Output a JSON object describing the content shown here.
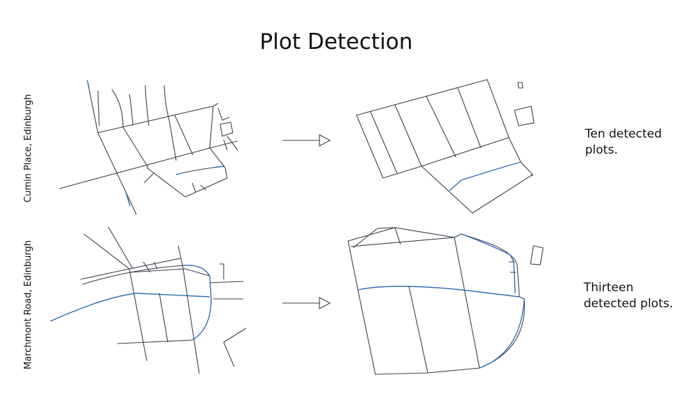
{
  "title": "Plot Detection",
  "rows": [
    {
      "label": "Cumin Place, Edinburgh",
      "result": [
        "Ten detected",
        "plots."
      ]
    },
    {
      "label": "Marchmont Road, Edinburgh",
      "result": [
        "Thirteen",
        "detected plots."
      ]
    }
  ],
  "colors": {
    "line": "#3a3f4a",
    "accent": "#2f6fb5"
  },
  "icons": [
    "arrow-right-icon"
  ]
}
